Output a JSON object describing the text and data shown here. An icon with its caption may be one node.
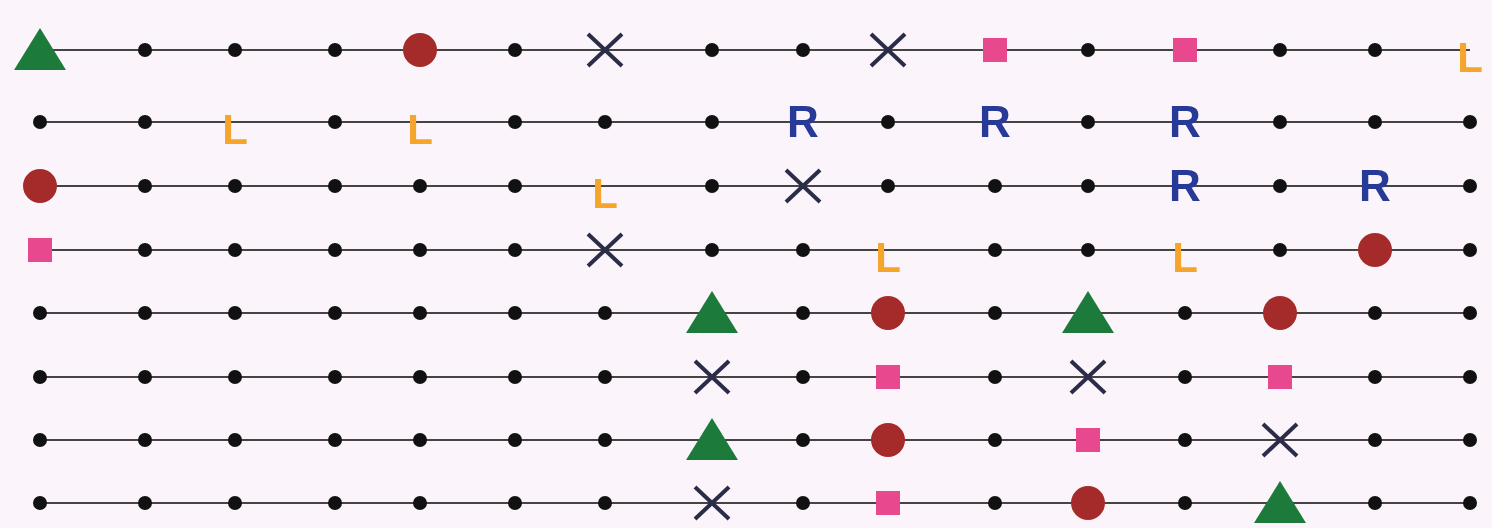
{
  "diagram": {
    "labels": [
      "L",
      "L",
      "L",
      "R",
      "R",
      "R",
      "L",
      "R",
      "R",
      "L",
      "L"
    ]
  }
}
